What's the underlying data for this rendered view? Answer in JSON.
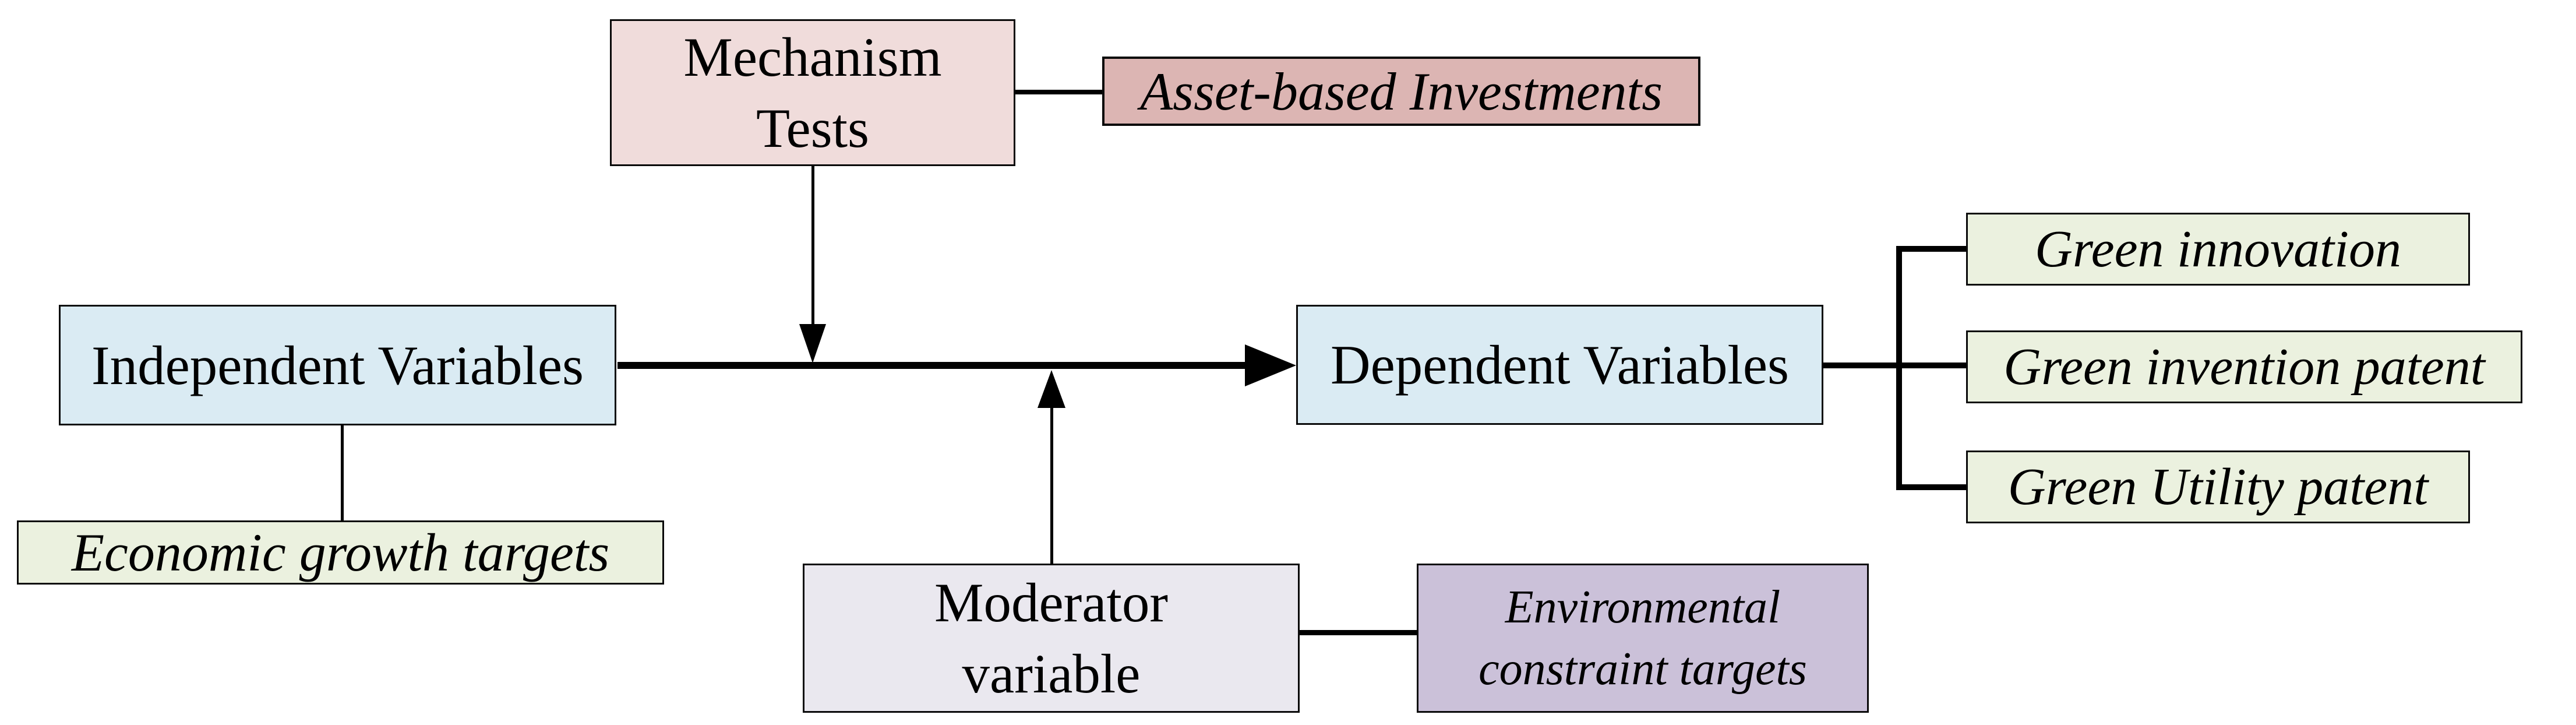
{
  "diagram": {
    "background_color": "#ffffff",
    "line_color": "#000000",
    "text_color": "#000000",
    "nodes": {
      "mechanism_tests": {
        "line1": "Mechanism",
        "line2": "Tests",
        "fill": "#f0dcdb"
      },
      "asset_based_investments": {
        "label": "Asset-based Investments",
        "fill": "#dcb5b3"
      },
      "independent_variables": {
        "label": "Independent Variables",
        "fill": "#daebf3"
      },
      "economic_growth_targets": {
        "label": "Economic growth targets",
        "fill": "#ebf1df"
      },
      "dependent_variables": {
        "label": "Dependent Variables",
        "fill": "#daebf3"
      },
      "moderator_variable": {
        "line1": "Moderator",
        "line2": "variable",
        "fill": "#eae8ef"
      },
      "environmental_constraint_targets": {
        "line1": "Environmental",
        "line2": "constraint targets",
        "fill": "#cbc1d9"
      },
      "green_innovation": {
        "label": "Green innovation",
        "fill": "#ebf1df"
      },
      "green_invention_patent": {
        "label": "Green invention patent",
        "fill": "#ebf1df"
      },
      "green_utility_patent": {
        "label": "Green Utility patent",
        "fill": "#ebf1df"
      }
    }
  }
}
